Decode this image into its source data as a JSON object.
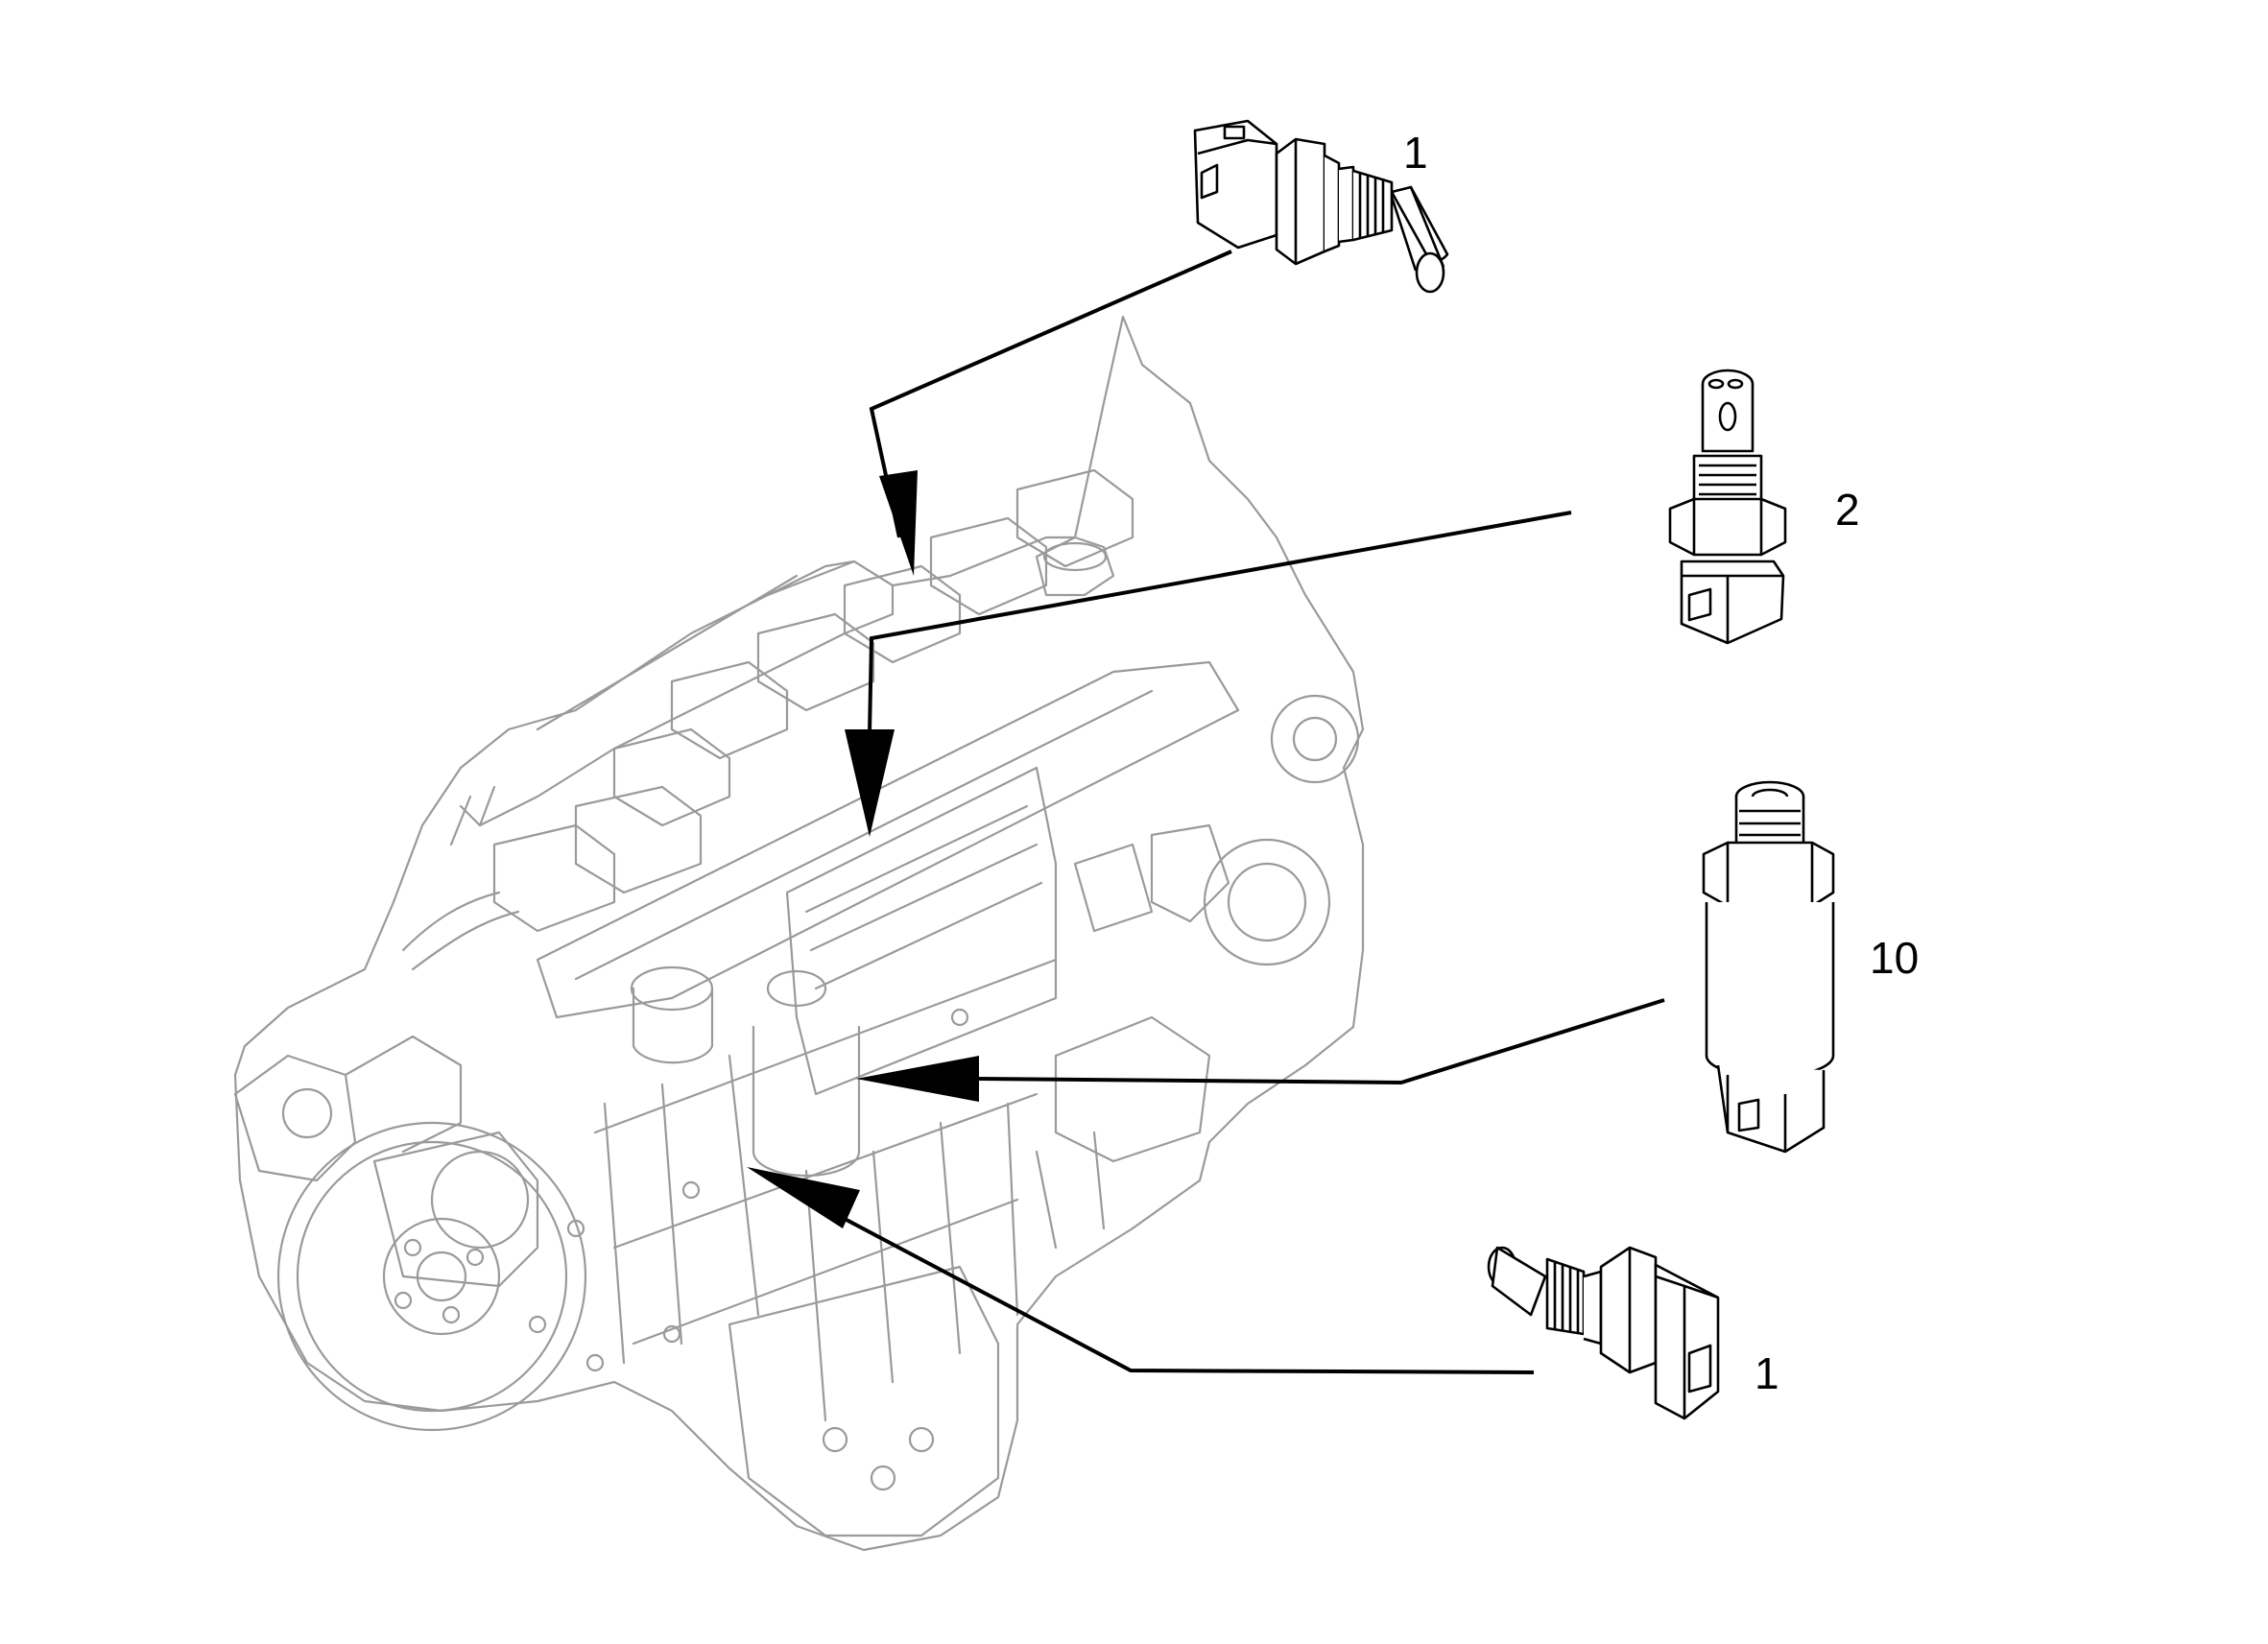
{
  "diagram": {
    "colors": {
      "ink": "#000000",
      "faded": "#9a9a9a",
      "paper": "#ffffff"
    },
    "callouts": [
      {
        "id": "top-temperature-sensor",
        "label": "1"
      },
      {
        "id": "oil-pressure-sensor",
        "label": "2"
      },
      {
        "id": "pressure-switch",
        "label": "10"
      },
      {
        "id": "bottom-temperature-sensor",
        "label": "1"
      }
    ]
  }
}
